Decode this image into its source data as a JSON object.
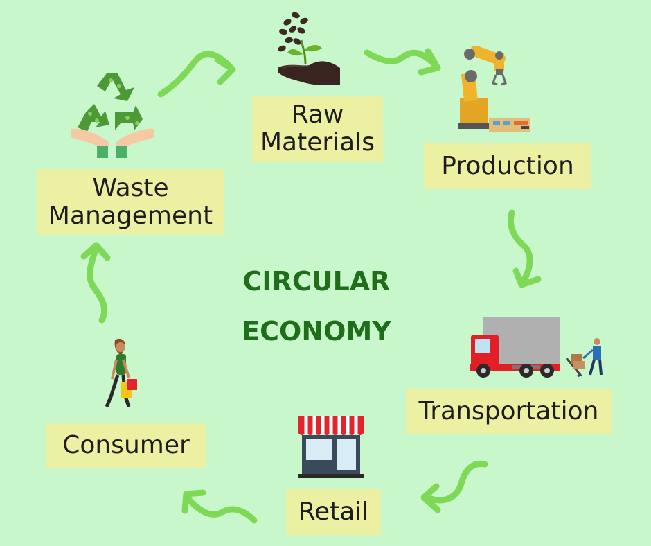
{
  "title": {
    "line1": "CIRCULAR",
    "line2": "ECONOMY"
  },
  "stages": {
    "raw_materials": {
      "line1": "Raw",
      "line2": "Materials",
      "icon": "sprouting-seeds-hand-icon"
    },
    "production": {
      "label": "Production",
      "icon": "robotic-arm-icon"
    },
    "transportation": {
      "label": "Transportation",
      "icon": "delivery-truck-icon"
    },
    "retail": {
      "label": "Retail",
      "icon": "storefront-icon"
    },
    "consumer": {
      "label": "Consumer",
      "icon": "shopping-woman-icon"
    },
    "waste_management": {
      "line1": "Waste",
      "line2": "Management",
      "icon": "recycle-hands-icon"
    }
  },
  "colors": {
    "background": "#c9f7cc",
    "label_box": "#ecf0a3",
    "title": "#1f6e1a",
    "arrow": "#7ed957"
  }
}
